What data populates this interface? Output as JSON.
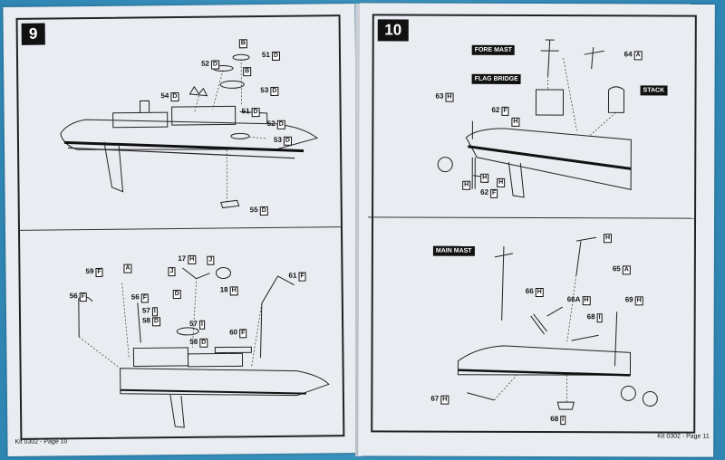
{
  "footer": {
    "left": "Kit 0302 - Page 10",
    "right": "Kit 0302 - Page 11"
  },
  "steps": {
    "step9": "9",
    "step10": "10"
  },
  "labels": {
    "fore_mast": "FORE MAST",
    "flag_bridge": "FLAG BRIDGE",
    "stack": "STACK",
    "main_mast": "MAIN MAST"
  },
  "callouts": {
    "s9_b1": {
      "n": "",
      "b": "B"
    },
    "s9_b2": {
      "n": "",
      "b": "B"
    },
    "s9_51a": {
      "n": "51",
      "b": "D"
    },
    "s9_52a": {
      "n": "52",
      "b": "D"
    },
    "s9_53a": {
      "n": "53",
      "b": "D"
    },
    "s9_54": {
      "n": "54",
      "b": "D"
    },
    "s9_51b": {
      "n": "51",
      "b": "D"
    },
    "s9_52b": {
      "n": "52",
      "b": "D"
    },
    "s9_53b": {
      "n": "53",
      "b": "D"
    },
    "s9_55": {
      "n": "55",
      "b": "D"
    },
    "s9_59": {
      "n": "59",
      "b": "F"
    },
    "s9_a": {
      "n": "",
      "b": "A"
    },
    "s9_17": {
      "n": "17",
      "b": "H"
    },
    "s9_j1": {
      "n": "",
      "b": "J"
    },
    "s9_j2": {
      "n": "",
      "b": "J"
    },
    "s9_18": {
      "n": "18",
      "b": "H"
    },
    "s9_61": {
      "n": "61",
      "b": "F"
    },
    "s9_56a": {
      "n": "56",
      "b": "F"
    },
    "s9_56b": {
      "n": "56",
      "b": "F"
    },
    "s9_d": {
      "n": "",
      "b": "D"
    },
    "s9_57a": {
      "n": "57",
      "b": "I"
    },
    "s9_58a": {
      "n": "58",
      "b": "D"
    },
    "s9_57b": {
      "n": "57",
      "b": "I"
    },
    "s9_60": {
      "n": "60",
      "b": "F"
    },
    "s9_58b": {
      "n": "58",
      "b": "D"
    },
    "s10_64": {
      "n": "64",
      "b": "A"
    },
    "s10_63": {
      "n": "63",
      "b": "H"
    },
    "s10_62a": {
      "n": "62",
      "b": "F"
    },
    "s10_h1": {
      "n": "",
      "b": "H"
    },
    "s10_h2": {
      "n": "",
      "b": "H"
    },
    "s10_h3": {
      "n": "",
      "b": "H"
    },
    "s10_62b": {
      "n": "62",
      "b": "F"
    },
    "s10_h4": {
      "n": "",
      "b": "H"
    },
    "s10_65": {
      "n": "65",
      "b": "A"
    },
    "s10_66": {
      "n": "66",
      "b": "H"
    },
    "s10_66a": {
      "n": "66A",
      "b": "H"
    },
    "s10_68a": {
      "n": "68",
      "b": "I"
    },
    "s10_69": {
      "n": "69",
      "b": "H"
    },
    "s10_67": {
      "n": "67",
      "b": "H"
    },
    "s10_68b": {
      "n": "68",
      "b": "I"
    }
  }
}
